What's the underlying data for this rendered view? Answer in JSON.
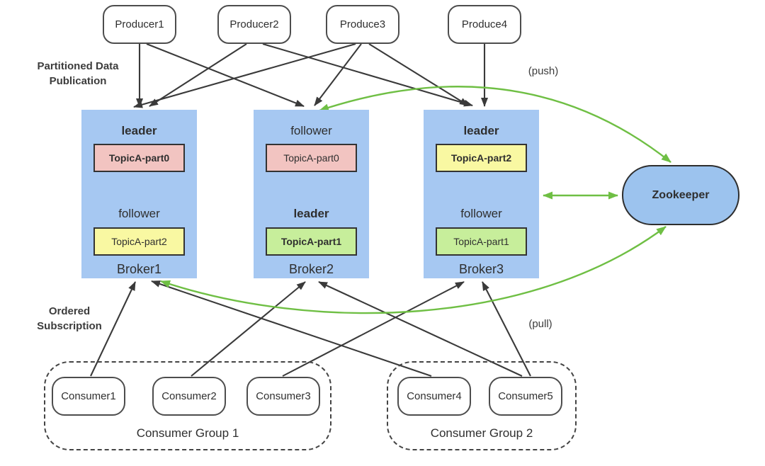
{
  "colors": {
    "broker_fill": "#a6c8f2",
    "zookeeper_fill": "#9cc3ee",
    "part_pink": "#f2c4c1",
    "part_yellow": "#f9f8a2",
    "part_green": "#c7ee9b",
    "arrow_black": "#3a3a3a",
    "arrow_green": "#6fbf44",
    "node_border": "#4d4d4d",
    "box_border": "#333333",
    "text": "#2f2f2f"
  },
  "labels": {
    "publication_line1": "Partitioned Data",
    "publication_line2": "Publication",
    "subscription_line1": "Ordered",
    "subscription_line2": "Subscription",
    "push": "(push)",
    "pull": "(pull)"
  },
  "producers": [
    "Producer1",
    "Producer2",
    "Produce3",
    "Produce4"
  ],
  "brokers": [
    {
      "name": "Broker1",
      "top_role": "leader",
      "top_part": "TopicA-part0",
      "bottom_role": "follower",
      "bottom_part": "TopicA-part2"
    },
    {
      "name": "Broker2",
      "top_role": "follower",
      "top_part": "TopicA-part0",
      "bottom_role": "leader",
      "bottom_part": "TopicA-part1"
    },
    {
      "name": "Broker3",
      "top_role": "leader",
      "top_part": "TopicA-part2",
      "bottom_role": "follower",
      "bottom_part": "TopicA-part1"
    }
  ],
  "zookeeper": "Zookeeper",
  "consumer_groups": [
    {
      "label": "Consumer Group 1",
      "consumers": [
        "Consumer1",
        "Consumer2",
        "Consumer3"
      ]
    },
    {
      "label": "Consumer Group 2",
      "consumers": [
        "Consumer4",
        "Consumer5"
      ]
    }
  ]
}
